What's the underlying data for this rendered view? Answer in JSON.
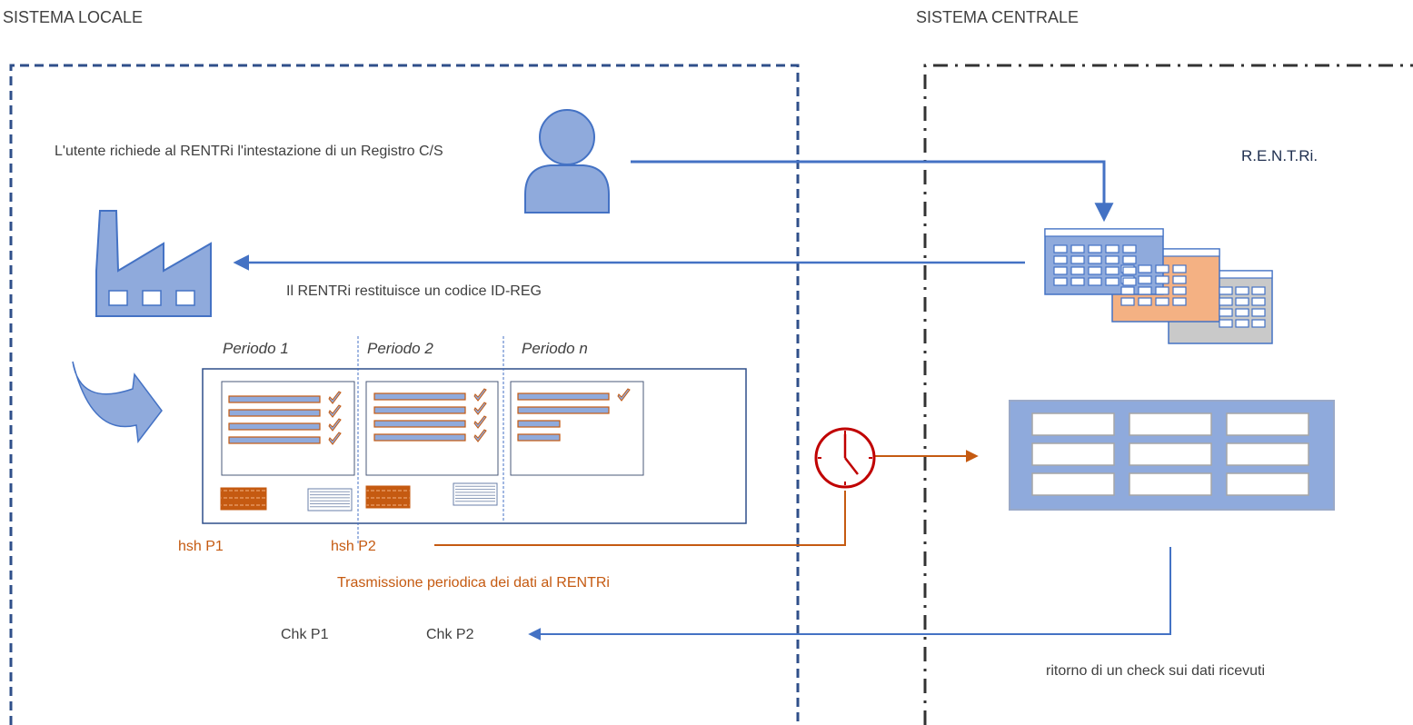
{
  "left_system": {
    "title": "SISTEMA LOCALE"
  },
  "right_system": {
    "title": "SISTEMA CENTRALE",
    "name": "R.E.N.T.Ri."
  },
  "messages": {
    "request": "L'utente richiede al RENTRi l'intestazione di un Registro C/S",
    "response": "Il RENTRi restituisce un codice ID-REG",
    "transmission": "Trasmissione periodica dei dati al RENTRi",
    "check_return": "ritorno di un check sui dati ricevuti"
  },
  "periods": [
    {
      "label": "Periodo 1",
      "hash": "hsh P1",
      "check": "Chk P1"
    },
    {
      "label": "Periodo 2",
      "hash": "hsh P2",
      "check": "Chk P2"
    },
    {
      "label": "Periodo n"
    }
  ],
  "colors": {
    "local_border": "#2f4f8a",
    "central_border": "#333333",
    "icon_blue": "#8faadc",
    "icon_outline": "#4472c4",
    "arrow_blue": "#4472c4",
    "arrow_orange": "#c55a11",
    "sheet_orange": "#f4b183"
  },
  "icons": [
    "user-icon",
    "factory-icon",
    "curved-arrow-icon",
    "clock-icon",
    "calendar-sheets-icon",
    "grid-table-icon",
    "checkmark-icon"
  ]
}
